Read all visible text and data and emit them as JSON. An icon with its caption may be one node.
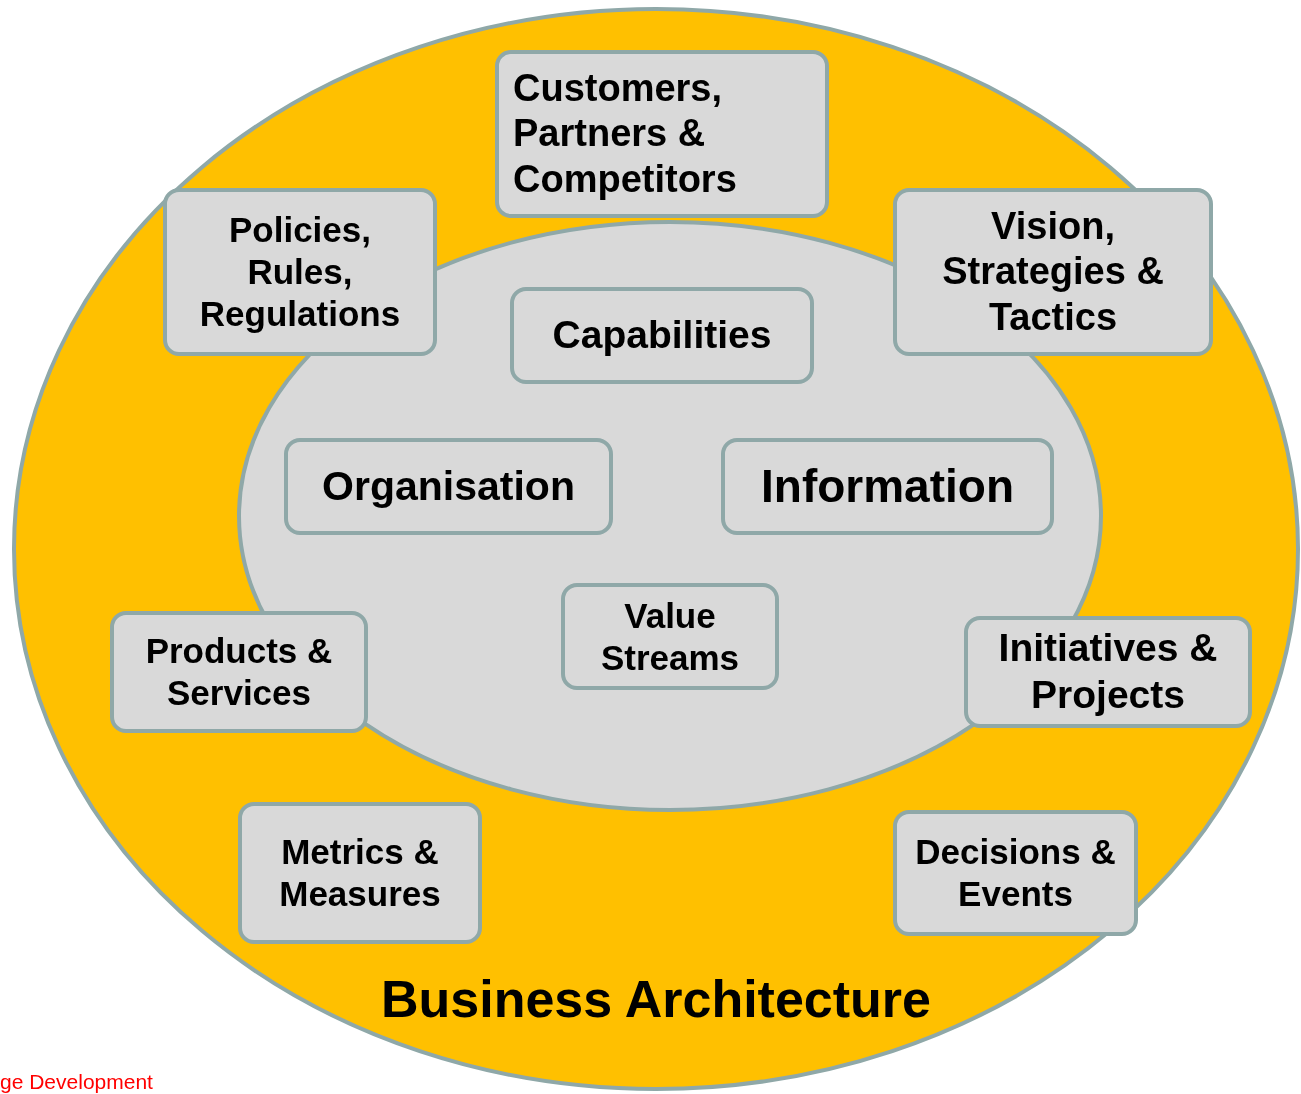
{
  "diagram": {
    "nodes": [
      {
        "text": [
          "Business Architecture"
        ]
      },
      {
        "text": [],
        "shape": "ellipse",
        "in": 0
      },
      {
        "text": [
          "Customers, Partners & Competitors"
        ],
        "in": 0
      },
      {
        "text": [
          "Policies, Rules, Regulations"
        ],
        "in": 0
      },
      {
        "text": [
          "Vision, Strategies & Tactics"
        ],
        "in": 0
      },
      {
        "text": [
          "Capabilities"
        ],
        "in": 1
      },
      {
        "text": [
          "Organisation"
        ],
        "in": 1
      },
      {
        "text": [
          "Information"
        ],
        "in": 1
      },
      {
        "text": [
          "Products & Services"
        ],
        "in": 0
      },
      {
        "text": [
          "Value Streams"
        ],
        "in": 1
      },
      {
        "text": [
          "Initiatives & Projects"
        ],
        "in": 0
      },
      {
        "text": [
          "Metrics & Measures"
        ],
        "in": 0
      },
      {
        "text": [
          "Decisions & Events"
        ],
        "in": 0
      }
    ],
    "labels": [
      "ge Development"
    ]
  }
}
